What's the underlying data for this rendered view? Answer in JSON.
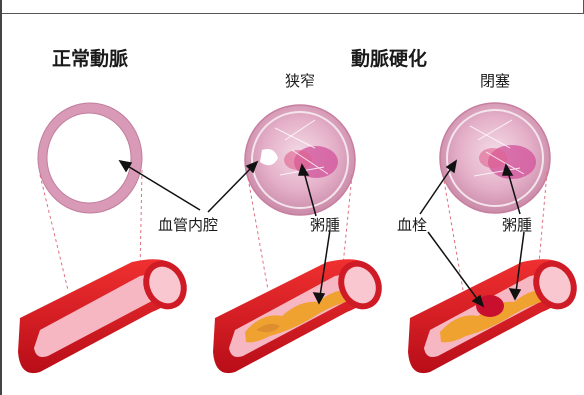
{
  "headings": {
    "normal": "正常動脈",
    "sclerosis": "動脈硬化"
  },
  "subheadings": {
    "stenosis": "狭窄",
    "occlusion": "閉塞"
  },
  "annotations": {
    "lumen": "血管内腔",
    "atheroma_1": "粥腫",
    "thrombus": "血栓",
    "atheroma_2": "粥腫"
  },
  "colors": {
    "artery_wall": "#e0202a",
    "artery_inner": "#f7b8c0",
    "atheroma": "#f0a020",
    "thrombus": "#c8102e",
    "section_tissue": "#d998b8",
    "guide_line": "#e07080"
  }
}
